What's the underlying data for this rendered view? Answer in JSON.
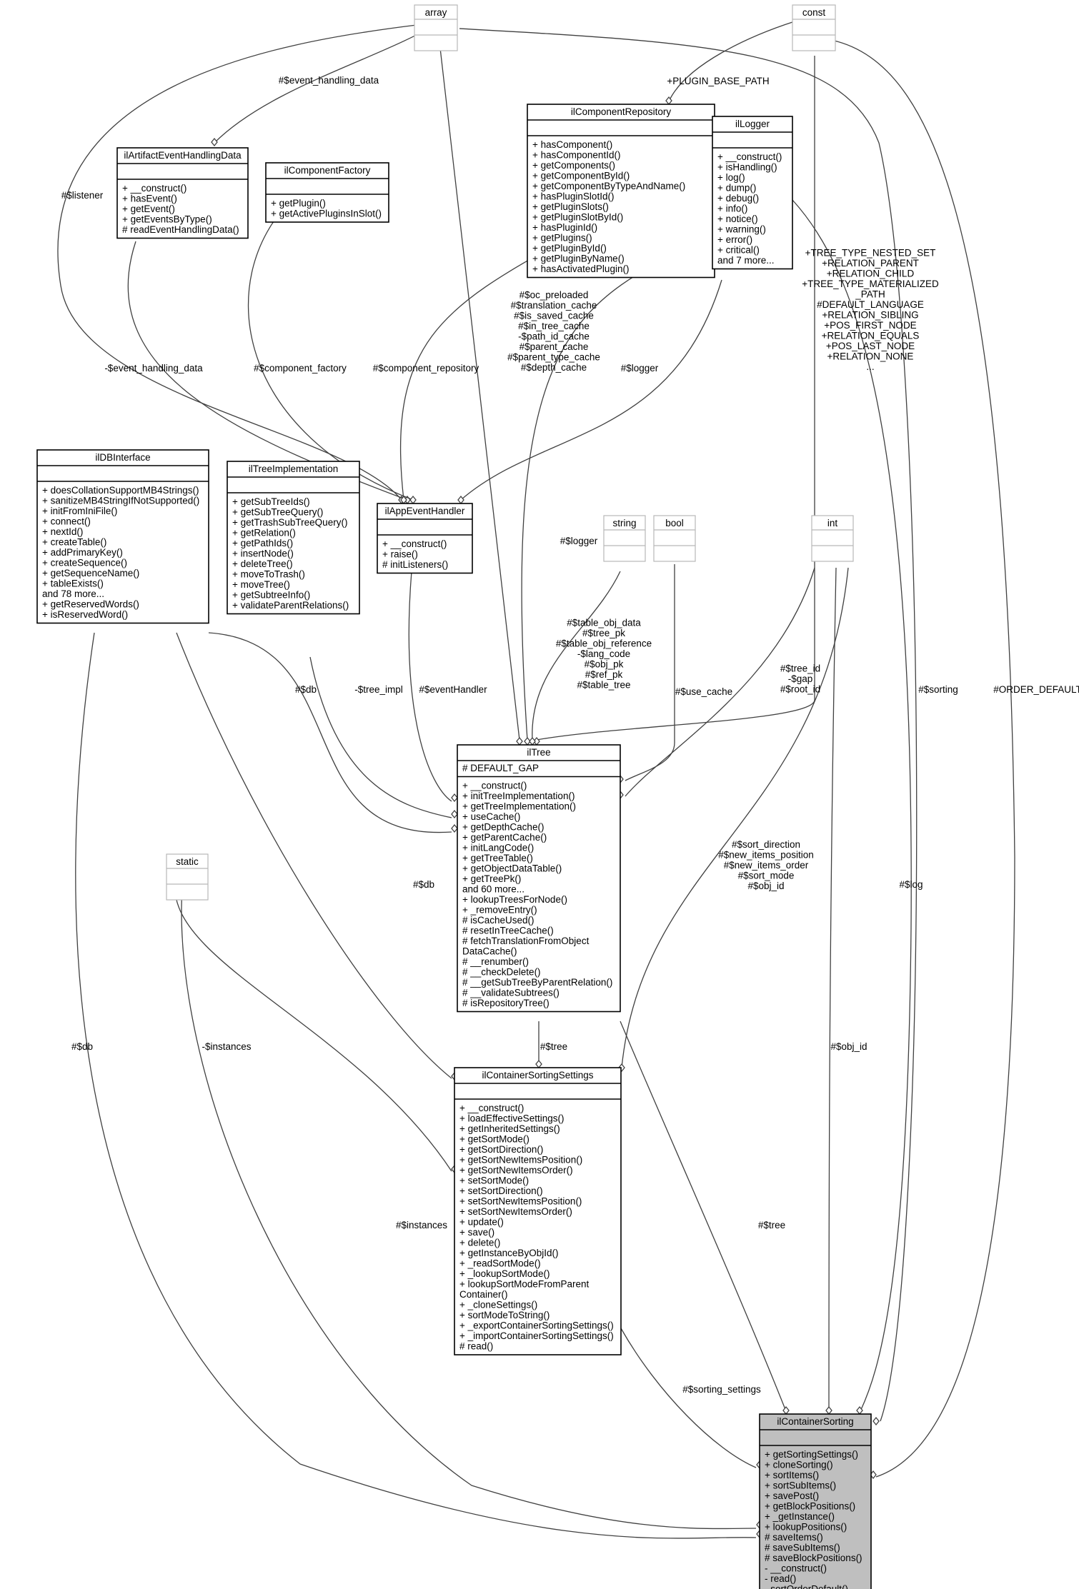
{
  "classes": {
    "array": {
      "title": "array",
      "attrs": [],
      "methods": []
    },
    "const": {
      "title": "const",
      "attrs": [],
      "methods": []
    },
    "ilComponentRepository": {
      "title": "ilComponentRepository",
      "attrs": [],
      "methods": [
        "+ hasComponent()",
        "+ hasComponentId()",
        "+ getComponents()",
        "+ getComponentById()",
        "+ getComponentByTypeAndName()",
        "+ hasPluginSlotId()",
        "+ getPluginSlots()",
        "+ getPluginSlotById()",
        "+ hasPluginId()",
        "+ getPlugins()",
        "+ getPluginById()",
        "+ getPluginByName()",
        "+ hasActivatedPlugin()"
      ]
    },
    "ilLogger": {
      "title": "ilLogger",
      "attrs": [],
      "methods": [
        "+ __construct()",
        "+ isHandling()",
        "+ log()",
        "+ dump()",
        "+ debug()",
        "+ info()",
        "+ notice()",
        "+ warning()",
        "+ error()",
        "+ critical()",
        "and 7 more..."
      ]
    },
    "ilArtifactEventHandlingData": {
      "title": "ilArtifactEventHandlingData",
      "attrs": [],
      "methods": [
        "+ __construct()",
        "+ hasEvent()",
        "+ getEvent()",
        "+ getEventsByType()",
        "# readEventHandlingData()"
      ]
    },
    "ilComponentFactory": {
      "title": "ilComponentFactory",
      "attrs": [],
      "methods": [
        "+ getPlugin()",
        "+ getActivePluginsInSlot()"
      ]
    },
    "ilDBInterface": {
      "title": "ilDBInterface",
      "attrs": [],
      "methods": [
        "+ doesCollationSupportMB4Strings()",
        "+ sanitizeMB4StringIfNotSupported()",
        "+ initFromIniFile()",
        "+ connect()",
        "+ nextId()",
        "+ createTable()",
        "+ addPrimaryKey()",
        "+ createSequence()",
        "+ getSequenceName()",
        "+ tableExists()",
        "and 78 more...",
        "+ getReservedWords()",
        "+ isReservedWord()"
      ]
    },
    "ilTreeImplementation": {
      "title": "ilTreeImplementation",
      "attrs": [],
      "methods": [
        "+ getSubTreeIds()",
        "+ getSubTreeQuery()",
        "+ getTrashSubTreeQuery()",
        "+ getRelation()",
        "+ getPathIds()",
        "+ insertNode()",
        "+ deleteTree()",
        "+ moveToTrash()",
        "+ moveTree()",
        "+ getSubtreeInfo()",
        "+ validateParentRelations()"
      ]
    },
    "ilAppEventHandler": {
      "title": "ilAppEventHandler",
      "attrs": [],
      "methods": [
        "+ __construct()",
        "+ raise()",
        "# initListeners()"
      ]
    },
    "string": {
      "title": "string",
      "attrs": [],
      "methods": []
    },
    "bool": {
      "title": "bool",
      "attrs": [],
      "methods": []
    },
    "int": {
      "title": "int",
      "attrs": [],
      "methods": []
    },
    "ilTree": {
      "title": "ilTree",
      "attrs": [
        "# DEFAULT_GAP"
      ],
      "methods": [
        "+ __construct()",
        "+ initTreeImplementation()",
        "+ getTreeImplementation()",
        "+ useCache()",
        "+ getDepthCache()",
        "+ getParentCache()",
        "+ initLangCode()",
        "+ getTreeTable()",
        "+ getObjectDataTable()",
        "+ getTreePk()",
        "and 60 more...",
        "+ lookupTreesForNode()",
        "+ _removeEntry()",
        "# isCacheUsed()",
        "# resetInTreeCache()",
        "# fetchTranslationFromObject",
        "DataCache()",
        "# __renumber()",
        "# __checkDelete()",
        "# __getSubTreeByParentRelation()",
        "# __validateSubtrees()",
        "# isRepositoryTree()"
      ]
    },
    "static": {
      "title": "static",
      "attrs": [],
      "methods": []
    },
    "ilContainerSortingSettings": {
      "title": "ilContainerSortingSettings",
      "attrs": [],
      "methods": [
        "+ __construct()",
        "+ loadEffectiveSettings()",
        "+ getInheritedSettings()",
        "+ getSortMode()",
        "+ getSortDirection()",
        "+ getSortNewItemsPosition()",
        "+ getSortNewItemsOrder()",
        "+ setSortMode()",
        "+ setSortDirection()",
        "+ setSortNewItemsPosition()",
        "+ setSortNewItemsOrder()",
        "+ update()",
        "+ save()",
        "+ delete()",
        "+ getInstanceByObjId()",
        "+ _readSortMode()",
        "+ _lookupSortMode()",
        "+ lookupSortModeFromParent",
        "Container()",
        "+ _cloneSettings()",
        "+ sortModeToString()",
        "+ _exportContainerSortingSettings()",
        "+ _importContainerSortingSettings()",
        "# read()"
      ]
    },
    "ilContainerSorting": {
      "title": "ilContainerSorting",
      "attrs": [],
      "methods": [
        "+ getSortingSettings()",
        "+ cloneSorting()",
        "+ sortItems()",
        "+ sortSubItems()",
        "+ savePost()",
        "+ getBlockPositions()",
        "+ _getInstance()",
        "+ lookupPositions()",
        "# saveItems()",
        "# saveSubItems()",
        "# saveBlockPositions()",
        "- __construct()",
        "- read()",
        "- sortOrderDefault()"
      ]
    }
  },
  "edge_labels": {
    "event_handling_data": [
      "#$event_handling_data"
    ],
    "plugin_base_path": [
      "+PLUGIN_BASE_PATH"
    ],
    "listener": [
      "#$listener"
    ],
    "private_event_handling_data": [
      "-$event_handling_data"
    ],
    "component_factory": [
      "#$component_factory"
    ],
    "component_repository": [
      "#$component_repository"
    ],
    "caches": [
      "#$oc_preloaded",
      "#$translation_cache",
      "#$is_saved_cache",
      "#$in_tree_cache",
      "-$path_id_cache",
      "#$parent_cache",
      "#$parent_type_cache",
      "#$depth_cache"
    ],
    "logger_appevent": [
      "#$logger"
    ],
    "tree_constants": [
      "+TREE_TYPE_NESTED_SET",
      "+RELATION_PARENT",
      "+RELATION_CHILD",
      "+TREE_TYPE_MATERIALIZED",
      "_PATH",
      "#DEFAULT_LANGUAGE",
      "+RELATION_SIBLING",
      "+POS_FIRST_NODE",
      "+RELATION_EQUALS",
      "+POS_LAST_NODE",
      "+RELATION_NONE",
      "..."
    ],
    "logger_tree": [
      "#$logger"
    ],
    "table_fields": [
      "#$table_obj_data",
      "#$tree_pk",
      "#$table_obj_reference",
      "-$lang_code",
      "#$obj_pk",
      "#$ref_pk",
      "#$table_tree"
    ],
    "use_cache": [
      "#$use_cache"
    ],
    "tree_ids": [
      "#$tree_id",
      "-$gap",
      "#$root_id"
    ],
    "db_tree": [
      "#$db"
    ],
    "tree_impl": [
      "-$tree_impl"
    ],
    "event_handler": [
      "#$eventHandler"
    ],
    "sorting": [
      "#$sorting"
    ],
    "order_default": [
      "#ORDER_DEFAULT"
    ],
    "sort_fields": [
      "#$sort_direction",
      "#$new_items_position",
      "#$new_items_order",
      "#$sort_mode",
      "#$obj_id"
    ],
    "db_settings": [
      "#$db"
    ],
    "log": [
      "#$log"
    ],
    "private_instances": [
      "-$instances"
    ],
    "tree_settings": [
      "#$tree"
    ],
    "db_sorting": [
      "#$db"
    ],
    "obj_id": [
      "#$obj_id"
    ],
    "instances": [
      "#$instances"
    ],
    "tree_sorting": [
      "#$tree"
    ],
    "sorting_settings": [
      "#$sorting_settings"
    ]
  }
}
